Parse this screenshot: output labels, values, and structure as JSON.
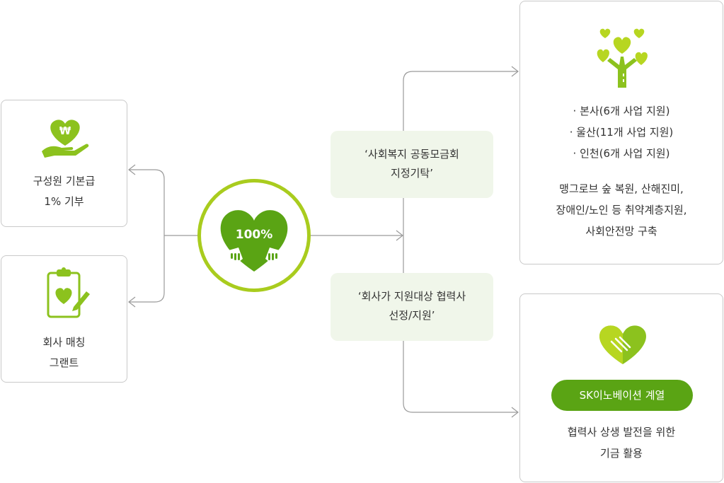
{
  "left_boxes": {
    "salary": {
      "line1": "구성원 기본급",
      "line2": "1% 기부",
      "icon": "hand-heart-won-icon"
    },
    "match": {
      "line1": "회사 매칭",
      "line2": "그랜트",
      "icon": "clipboard-heart-pen-icon"
    }
  },
  "center": {
    "label": "100%",
    "icon": "heart-hands-icon"
  },
  "middle": {
    "top": {
      "line1": "‘사회복지 공동모금회",
      "line2": "지정기탁’"
    },
    "bottom": {
      "line1": "‘회사가 지원대상 협력사",
      "line2": "선정/지원’"
    }
  },
  "right_top": {
    "icon": "heart-tree-icon",
    "bullets": [
      "·  본사(6개 사업 지원)",
      "·  울산(11개 사업 지원)",
      "·  인천(6개 사업 지원)"
    ],
    "desc": [
      "맹그로브 숲 복원, 산해진미,",
      "장애인/노인 등 취약계층지원,",
      "사회안전망 구축"
    ]
  },
  "right_bottom": {
    "icon": "handshake-heart-icon",
    "pill": "SK이노베이션 계열",
    "desc": [
      "협력사 상생 발전을 위한",
      "기금 활용"
    ]
  },
  "colors": {
    "green": "#5aa414",
    "light_green": "#a9cc1e",
    "pale_green": "#f0f6ea"
  }
}
